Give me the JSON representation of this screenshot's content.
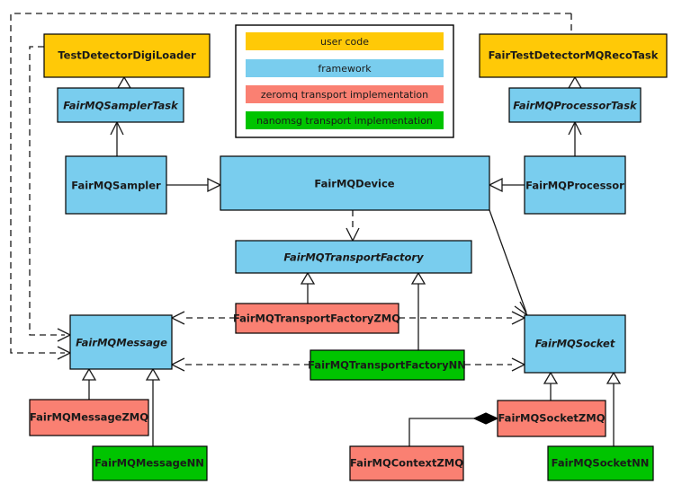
{
  "diagram": {
    "title": "FairMQ class diagram",
    "background": "#ffffff",
    "colors": {
      "user_code": "#FFC907",
      "framework": "#79CDEE",
      "zeromq": "#FA8072",
      "nanomsg": "#00C400",
      "stroke": "#1a1a1a",
      "panel_background": "#ffffff"
    }
  },
  "legend": {
    "name": "legend-panel",
    "items": [
      {
        "label": "user code",
        "color": "#FFC907",
        "key": "user_code"
      },
      {
        "label": "framework",
        "color": "#79CDEE",
        "key": "framework"
      },
      {
        "label": "zeromq transport implementation",
        "color": "#FA8072",
        "key": "zeromq"
      },
      {
        "label": "nanomsg transport implementation",
        "color": "#00C400",
        "key": "nanomsg"
      }
    ]
  },
  "nodes": [
    {
      "id": "TestDetectorDigiLoader",
      "label": "TestDetectorDigiLoader",
      "category": "user_code",
      "italic": false
    },
    {
      "id": "FairTestDetectorMQRecoTask",
      "label": "FairTestDetectorMQRecoTask",
      "category": "user_code",
      "italic": false
    },
    {
      "id": "FairMQSamplerTask",
      "label": "FairMQSamplerTask",
      "category": "framework",
      "italic": true
    },
    {
      "id": "FairMQProcessorTask",
      "label": "FairMQProcessorTask",
      "category": "framework",
      "italic": true
    },
    {
      "id": "FairMQSampler",
      "label": "FairMQSampler",
      "category": "framework",
      "italic": false
    },
    {
      "id": "FairMQDevice",
      "label": "FairMQDevice",
      "category": "framework",
      "italic": false
    },
    {
      "id": "FairMQProcessor",
      "label": "FairMQProcessor",
      "category": "framework",
      "italic": false
    },
    {
      "id": "FairMQTransportFactory",
      "label": "FairMQTransportFactory",
      "category": "framework",
      "italic": true
    },
    {
      "id": "FairMQTransportFactoryZMQ",
      "label": "FairMQTransportFactoryZMQ",
      "category": "zeromq",
      "italic": false
    },
    {
      "id": "FairMQTransportFactoryNN",
      "label": "FairMQTransportFactoryNN",
      "category": "nanomsg",
      "italic": false
    },
    {
      "id": "FairMQMessage",
      "label": "FairMQMessage",
      "category": "framework",
      "italic": true
    },
    {
      "id": "FairMQSocket",
      "label": "FairMQSocket",
      "category": "framework",
      "italic": true
    },
    {
      "id": "FairMQMessageZMQ",
      "label": "FairMQMessageZMQ",
      "category": "zeromq",
      "italic": false
    },
    {
      "id": "FairMQMessageNN",
      "label": "FairMQMessageNN",
      "category": "nanomsg",
      "italic": false
    },
    {
      "id": "FairMQSocketZMQ",
      "label": "FairMQSocketZMQ",
      "category": "zeromq",
      "italic": false
    },
    {
      "id": "FairMQSocketNN",
      "label": "FairMQSocketNN",
      "category": "nanomsg",
      "italic": false
    },
    {
      "id": "FairMQContextZMQ",
      "label": "FairMQContextZMQ",
      "category": "zeromq",
      "italic": false
    }
  ],
  "edges": [
    {
      "from": "TestDetectorDigiLoader",
      "to": "FairMQSamplerTask",
      "type": "generalization"
    },
    {
      "from": "FairTestDetectorMQRecoTask",
      "to": "FairMQProcessorTask",
      "type": "generalization"
    },
    {
      "from": "FairMQSampler",
      "to": "FairMQSamplerTask",
      "type": "association"
    },
    {
      "from": "FairMQProcessor",
      "to": "FairMQProcessorTask",
      "type": "association"
    },
    {
      "from": "FairMQSampler",
      "to": "FairMQDevice",
      "type": "generalization"
    },
    {
      "from": "FairMQProcessor",
      "to": "FairMQDevice",
      "type": "generalization"
    },
    {
      "from": "FairMQDevice",
      "to": "FairMQTransportFactory",
      "type": "dependency"
    },
    {
      "from": "FairMQDevice",
      "to": "FairMQSocket",
      "type": "association"
    },
    {
      "from": "FairMQTransportFactoryZMQ",
      "to": "FairMQTransportFactory",
      "type": "generalization"
    },
    {
      "from": "FairMQTransportFactoryNN",
      "to": "FairMQTransportFactory",
      "type": "generalization"
    },
    {
      "from": "FairMQTransportFactoryZMQ",
      "to": "FairMQMessage",
      "type": "dependency"
    },
    {
      "from": "FairMQTransportFactoryZMQ",
      "to": "FairMQSocket",
      "type": "dependency"
    },
    {
      "from": "FairMQTransportFactoryNN",
      "to": "FairMQMessage",
      "type": "dependency"
    },
    {
      "from": "FairMQTransportFactoryNN",
      "to": "FairMQSocket",
      "type": "dependency"
    },
    {
      "from": "TestDetectorDigiLoader",
      "to": "FairMQMessage",
      "type": "dependency"
    },
    {
      "from": "FairTestDetectorMQRecoTask",
      "to": "FairMQMessage",
      "type": "dependency"
    },
    {
      "from": "FairMQMessageZMQ",
      "to": "FairMQMessage",
      "type": "generalization"
    },
    {
      "from": "FairMQMessageNN",
      "to": "FairMQMessage",
      "type": "generalization"
    },
    {
      "from": "FairMQSocketZMQ",
      "to": "FairMQSocket",
      "type": "generalization"
    },
    {
      "from": "FairMQSocketNN",
      "to": "FairMQSocket",
      "type": "generalization"
    },
    {
      "from": "FairMQSocketZMQ",
      "to": "FairMQContextZMQ",
      "type": "composition"
    }
  ]
}
